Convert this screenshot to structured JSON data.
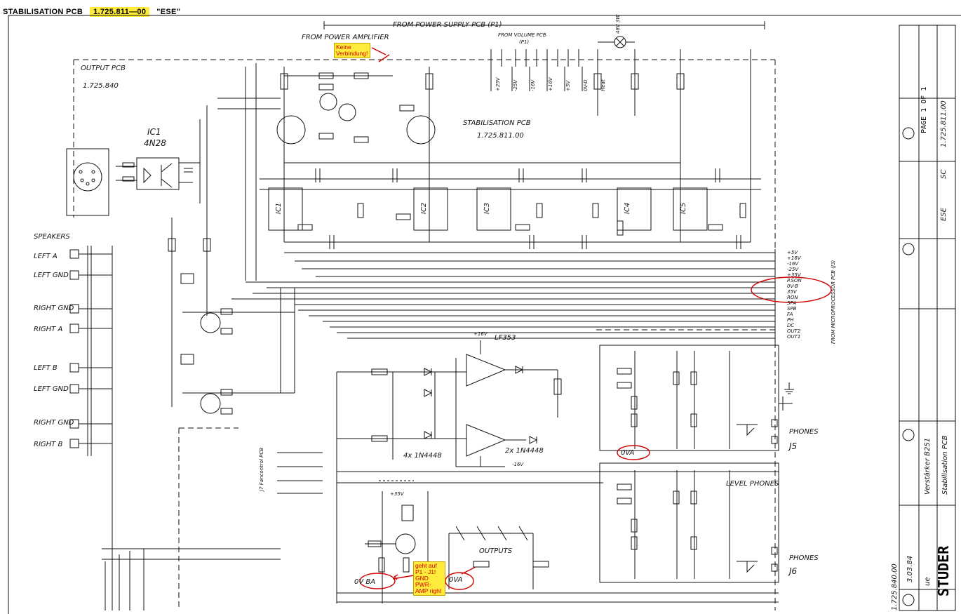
{
  "header": {
    "title": "STABILISATION PCB",
    "doc_number": "1.725.811—00",
    "variant": "\"ESE\""
  },
  "annotations": {
    "no_connection": "Keine Verbindung!",
    "gnd_note": "geht auf P1 - J1! GND PWR-AMP right",
    "ground_0va": "0VA",
    "ground_0vba": "0V BA"
  },
  "labels": {
    "from_power_supply": "FROM POWER SUPPLY PCB (P1)",
    "from_power_amplifier": "FROM POWER AMPLIFIER",
    "from_volume_pcb": "FROM VOLUME PCB",
    "volume_pcb_ref": "(P1)",
    "output_pcb": "OUTPUT PCB",
    "output_pcb_num": "1.725.840",
    "stab_pcb": "STABILISATION PCB",
    "stab_pcb_num": "1.725.811.00",
    "from_microprocessor": "FROM MICROPROCESSOR PCB (J3)",
    "speakers": "SPEAKERS",
    "left_a": "LEFT A",
    "left_gnd": "LEFT GND",
    "right_gnd": "RIGHT GND",
    "right_a": "RIGHT A",
    "left_b": "LEFT B",
    "left_gnd_2": "LEFT GND",
    "right_gnd_2": "RIGHT GND",
    "right_b": "RIGHT B",
    "phones_j5": "PHONES",
    "j5": "J5",
    "phones_j6": "PHONES",
    "j6": "J6",
    "level_phones": "LEVEL PHONES",
    "outputs": "OUTPUTS",
    "fancontrol": "J7 Fancontrol PCB",
    "lamp": "48V 3W",
    "ic1": "IC1",
    "ic1_part": "4N28",
    "lf353": "LF353",
    "diodes_note": "4x 1N4448",
    "diodes_note2": "2x 1N4448",
    "v16": "+16V",
    "vm16": "-16V",
    "v35": "+35V"
  },
  "bus_labels": [
    "+5V",
    "+16V",
    "-16V",
    "-25V",
    "+35V",
    "P.SON",
    "0V-B",
    "35V",
    "RON",
    "SPA",
    "SPB",
    "FA",
    "PH",
    "DC",
    "OUT2",
    "OUT1"
  ],
  "psu_pins": [
    "+25V",
    "-25V",
    "-16V",
    "+16V",
    "+5V",
    "0V-D",
    "Heat"
  ],
  "ic_labels": [
    "IC1",
    "IC2",
    "IC3",
    "IC4",
    "IC5"
  ],
  "title_block": {
    "company": "STUDER",
    "page": "PAGE 1 OF 1",
    "doc": "1.725.811.00",
    "variant": "ESE",
    "sc": "SC",
    "desc1": "Verstärker B251",
    "desc2": "Stabilisation PCB",
    "drawing_no": "1.725.840.00",
    "date": "3.03.84",
    "init": "ue"
  },
  "colors": {
    "ink": "#111111",
    "highlight": "#ffeb3b",
    "annotation_red": "#d00000"
  }
}
